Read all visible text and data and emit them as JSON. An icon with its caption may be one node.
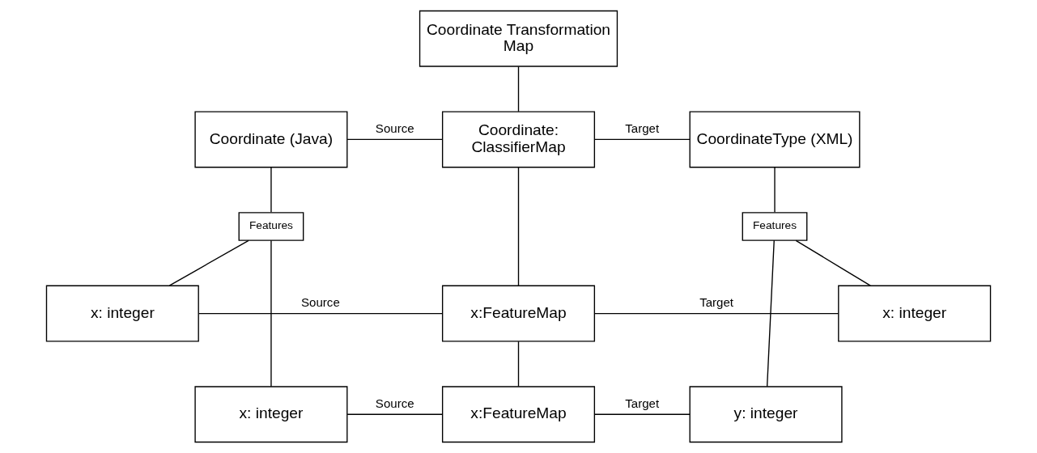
{
  "diagram": {
    "nodes": [
      {
        "text": [
          "Coordinate Transformation Map"
        ]
      },
      {
        "text": [
          "Coordinate (Java)"
        ]
      },
      {
        "text": [
          "Coordinate: ClassifierMap"
        ]
      },
      {
        "text": [
          "CoordinateType (XML)"
        ]
      },
      {
        "text": [
          "Features"
        ]
      },
      {
        "text": [
          "Features"
        ]
      },
      {
        "text": [
          "x: integer"
        ]
      },
      {
        "text": [
          "x:FeatureMap"
        ]
      },
      {
        "text": [
          "x: integer"
        ]
      },
      {
        "text": [
          "x: integer"
        ]
      },
      {
        "text": [
          "x:FeatureMap"
        ]
      },
      {
        "text": [
          "y: integer"
        ]
      }
    ],
    "edges": [
      {
        "from": 0,
        "to": 2,
        "arrow": "none"
      },
      {
        "from": 1,
        "to": 2,
        "arrow": "none",
        "label": "Source"
      },
      {
        "from": 2,
        "to": 3,
        "arrow": "none",
        "label": "Target"
      },
      {
        "from": 1,
        "to": 4,
        "arrow": "none"
      },
      {
        "from": 3,
        "to": 5,
        "arrow": "none"
      },
      {
        "from": 4,
        "to": 6,
        "arrow": "none"
      },
      {
        "from": 4,
        "to": 9,
        "arrow": "none"
      },
      {
        "from": 5,
        "to": 8,
        "arrow": "none"
      },
      {
        "from": 5,
        "to": 11,
        "arrow": "none"
      },
      {
        "from": 2,
        "to": 7,
        "arrow": "none"
      },
      {
        "from": 6,
        "to": 7,
        "arrow": "none",
        "label": "Source"
      },
      {
        "from": 7,
        "to": 8,
        "arrow": "none",
        "label": "Target"
      },
      {
        "from": 7,
        "to": 10,
        "arrow": "none"
      },
      {
        "from": 9,
        "to": 10,
        "arrow": "none",
        "label": "Source"
      },
      {
        "from": 10,
        "to": 11,
        "arrow": "none",
        "label": "Target"
      }
    ]
  }
}
